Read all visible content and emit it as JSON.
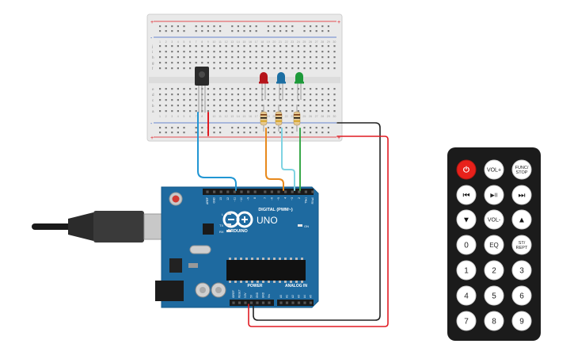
{
  "board": {
    "brand": "ARDUINO",
    "model": "UNO",
    "digital_header": "DIGITAL (PWM~)",
    "power_header": "POWER",
    "analog_header": "ANALOG IN",
    "tx_label": "TX",
    "rx_label": "RX",
    "l_label": "L",
    "on_label": "ON",
    "digital_pins": [
      "AREF",
      "GND",
      "13",
      "12",
      "~11",
      "~10",
      "~9",
      "8",
      "7",
      "~6",
      "~5",
      "4",
      "~3",
      "2",
      "TX▸1",
      "RX◂0"
    ],
    "power_pins": [
      "IOREF",
      "RESET",
      "3.3V",
      "5V",
      "GND",
      "GND",
      "Vin"
    ],
    "analog_pins": [
      "A0",
      "A1",
      "A2",
      "A3",
      "A4",
      "A5"
    ]
  },
  "breadboard": {
    "row_letters_top": [
      "j",
      "i",
      "h",
      "g",
      "f"
    ],
    "row_letters_bottom": [
      "e",
      "d",
      "c",
      "b",
      "a"
    ],
    "rail_plus": "+",
    "rail_minus": "-",
    "column_numbers": [
      "1",
      "2",
      "3",
      "4",
      "5",
      "6",
      "7",
      "8",
      "9",
      "10",
      "11",
      "12",
      "13",
      "14",
      "15",
      "16",
      "17",
      "18",
      "19",
      "20",
      "21",
      "22",
      "23",
      "24",
      "25",
      "26",
      "27",
      "28",
      "29",
      "30"
    ]
  },
  "leds": [
    {
      "color": "#b5141a"
    },
    {
      "color": "#1c6fa3"
    },
    {
      "color": "#1d9a3a"
    }
  ],
  "wire_colors": {
    "blue": "#2196d3",
    "orange": "#e8891c",
    "teal": "#7fd3e2",
    "green": "#39a84a",
    "red": "#e01a22",
    "black": "#222222"
  },
  "remote": {
    "rows": [
      [
        {
          "label": "⏻",
          "kind": "power"
        },
        {
          "label": "VOL+",
          "kind": "white"
        },
        {
          "label": "FUNC/STOP",
          "kind": "white"
        }
      ],
      [
        {
          "label": "⏮",
          "kind": "black"
        },
        {
          "label": "▶II",
          "kind": "white"
        },
        {
          "label": "⏭",
          "kind": "black"
        }
      ],
      [
        {
          "label": "▼",
          "kind": "black"
        },
        {
          "label": "VOL-",
          "kind": "white"
        },
        {
          "label": "▲",
          "kind": "black"
        }
      ],
      [
        {
          "label": "0",
          "kind": "white"
        },
        {
          "label": "EQ",
          "kind": "white"
        },
        {
          "label": "ST/REPT",
          "kind": "white"
        }
      ],
      [
        {
          "label": "1",
          "kind": "white"
        },
        {
          "label": "2",
          "kind": "white"
        },
        {
          "label": "3",
          "kind": "white"
        }
      ],
      [
        {
          "label": "4",
          "kind": "white"
        },
        {
          "label": "5",
          "kind": "white"
        },
        {
          "label": "6",
          "kind": "white"
        }
      ],
      [
        {
          "label": "7",
          "kind": "white"
        },
        {
          "label": "8",
          "kind": "white"
        },
        {
          "label": "9",
          "kind": "white"
        }
      ]
    ]
  }
}
